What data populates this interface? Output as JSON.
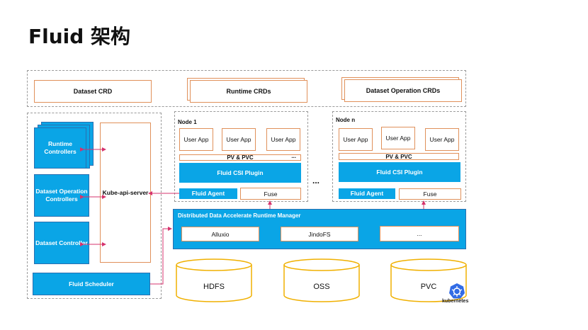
{
  "title": "Fluid 架构",
  "crds": {
    "dataset": "Dataset CRD",
    "runtime": "Runtime CRDs",
    "operation": "Dataset Operation CRDs"
  },
  "controllers": {
    "runtime": "Runtime Controllers",
    "operation": "Dataset Operation Controllers",
    "dataset": "Dataset Controller",
    "scheduler": "Fluid Scheduler"
  },
  "api_server": "Kube-api-server",
  "node1": {
    "label": "Node 1",
    "apps": [
      "User App",
      "User App",
      "User App"
    ],
    "pvc": "PV & PVC",
    "ellipsis": "...",
    "csi": "Fluid CSI Plugin",
    "agent": "Fluid Agent",
    "fuse": "Fuse"
  },
  "nodes_ellipsis": "...",
  "noden": {
    "label": "Node n",
    "apps": [
      "User App",
      "User App",
      "User App"
    ],
    "pvc": "PV & PVC",
    "csi": "Fluid CSI Plugin",
    "agent": "Fluid Agent",
    "fuse": "Fuse"
  },
  "runtime_manager": {
    "label": "Distributed  Data Accelerate Runtime Manager",
    "items": [
      "Alluxio",
      "JindoFS",
      "..."
    ]
  },
  "storage": [
    "HDFS",
    "OSS",
    "PVC"
  ],
  "kubernetes_label": "kubernetes",
  "colors": {
    "blue": "#0aa5e6",
    "orange": "#e0905a",
    "arrow": "#d6336c"
  }
}
